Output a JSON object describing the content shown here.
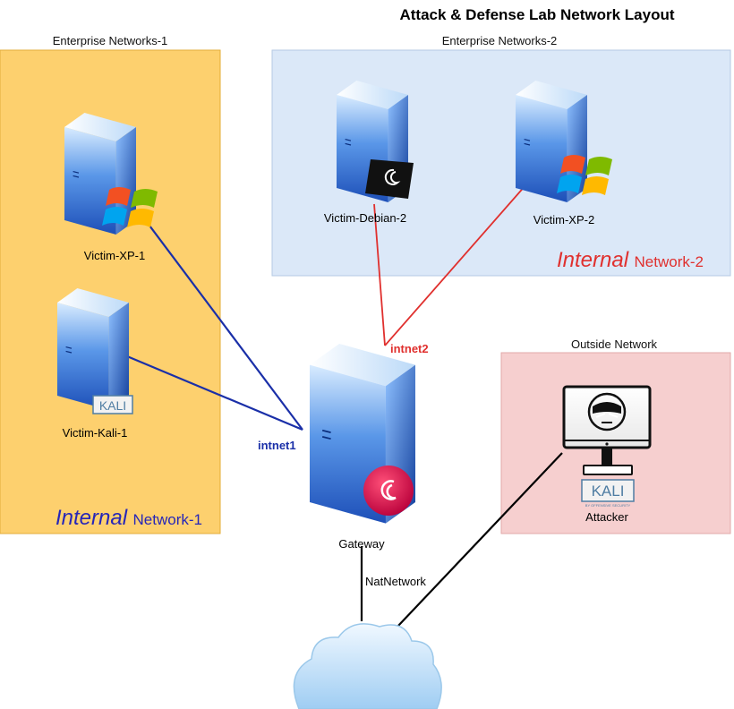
{
  "title": "Attack & Defense Lab Network Layout",
  "zones": {
    "enterprise1": {
      "label": "Enterprise Networks-1",
      "internal_word": "Internal",
      "network_name": "Network-1"
    },
    "enterprise2": {
      "label": "Enterprise Networks-2",
      "internal_word": "Internal",
      "network_name": "Network-2"
    },
    "outside": {
      "label": "Outside Network"
    }
  },
  "nodes": {
    "victim_xp1": "Victim-XP-1",
    "victim_kali1": "Victim-Kali-1",
    "victim_debian2": "Victim-Debian-2",
    "victim_xp2": "Victim-XP-2",
    "gateway": "Gateway",
    "attacker": "Attacker"
  },
  "links": {
    "intnet1": "intnet1",
    "intnet2": "intnet2",
    "natnetwork": "NatNetwork"
  },
  "badges": {
    "kali": "KALI",
    "kali_sub": "BY OFFENSIVE SECURITY"
  },
  "colors": {
    "enterprise1_bg": "#fdd06e",
    "enterprise2_bg": "#dbe8f8",
    "outside_bg": "#f6cfcf",
    "network1_accent": "#2626b8",
    "network2_accent": "#e0302e",
    "link_black": "#000000"
  }
}
